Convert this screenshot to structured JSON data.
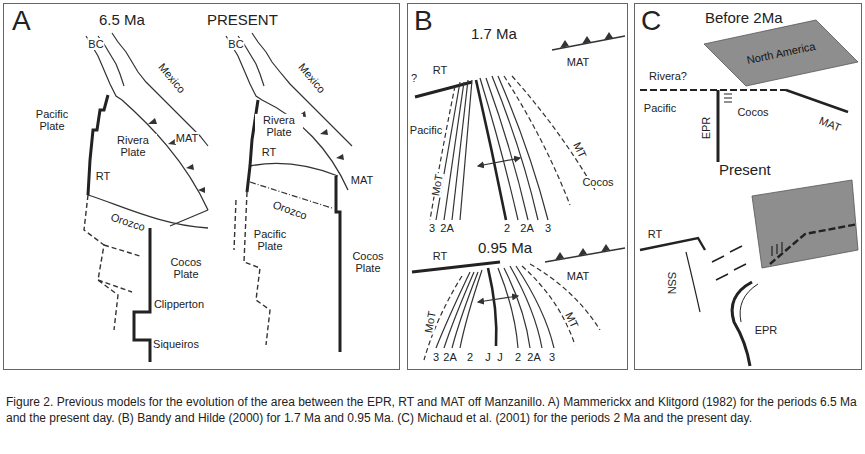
{
  "diagram": {
    "caption": "Figure 2. Previous models for the evolution of the area between the EPR, RT and MAT off Manzanillo. A) Mammerickx and Klitgord (1982) for the periods 6.5 Ma and the present day. (B) Bandy and Hilde (2000) for 1.7 Ma and 0.95 Ma. (C) Michaud et al. (2001) for the periods 2 Ma and the present day.",
    "nodes": [
      {
        "text": [
          "A",
          "6.5 Ma",
          "PRESENT"
        ]
      },
      {
        "text": [
          "B",
          "1.7 Ma",
          "0.95 Ma"
        ]
      },
      {
        "text": [
          "C",
          "Before 2Ma",
          "Present"
        ]
      }
    ],
    "labels": [
      "BC",
      "RT",
      "Mexico",
      "Pacific Plate",
      "Rivera Plate",
      "MAT",
      "Orozco",
      "Cocos Plate",
      "Clipperton",
      "Siqueiros",
      "BC",
      "Mexico",
      "Rivera Plate",
      "RT",
      "Orozco",
      "Pacific Plate",
      "MAT",
      "Cocos Plate",
      "?",
      "RT",
      "MAT",
      "Pacific",
      "MoT",
      "MT",
      "Cocos",
      "3",
      "2A",
      "2",
      "2A",
      "3",
      "RT",
      "MAT",
      "MoT",
      "MT",
      "3",
      "2A",
      "2",
      "J",
      "J",
      "2",
      "2A",
      "3",
      "North America",
      "Rivera?",
      "Pacific",
      "EPR",
      "Cocos",
      "MAT",
      "RT",
      "SSN",
      "EPR"
    ]
  }
}
